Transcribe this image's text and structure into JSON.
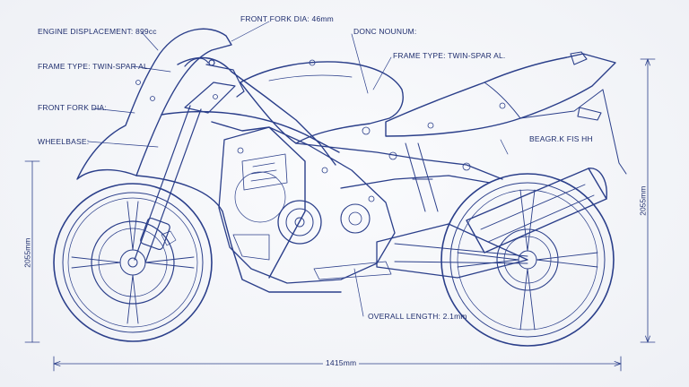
{
  "labels": {
    "engine_displacement": "ENGINE DISPLACEMENT: 899cc",
    "front_fork_top": "FRONT FORK DIA: 46mm",
    "done_noun": "DONC NOUNUM:",
    "frame_type_left": "FRAME TYPE: TWIN-SPAR AL.",
    "frame_type_right": "FRAME TYPE: TWIN-SPAR AL.",
    "front_fork_left": "FRONT FORK DIA:",
    "wheelbase": "WHEELBASE:",
    "bearing": "BEAGR.K FIS HH",
    "overall_length": "OVERALL LENGTH: 2.1mm",
    "dim_bottom": "1415mm",
    "dim_left": "2055mm",
    "dim_right": "2055mm"
  },
  "colors": {
    "ink": "#2b3f8a",
    "paper": "#f3f4f7"
  }
}
